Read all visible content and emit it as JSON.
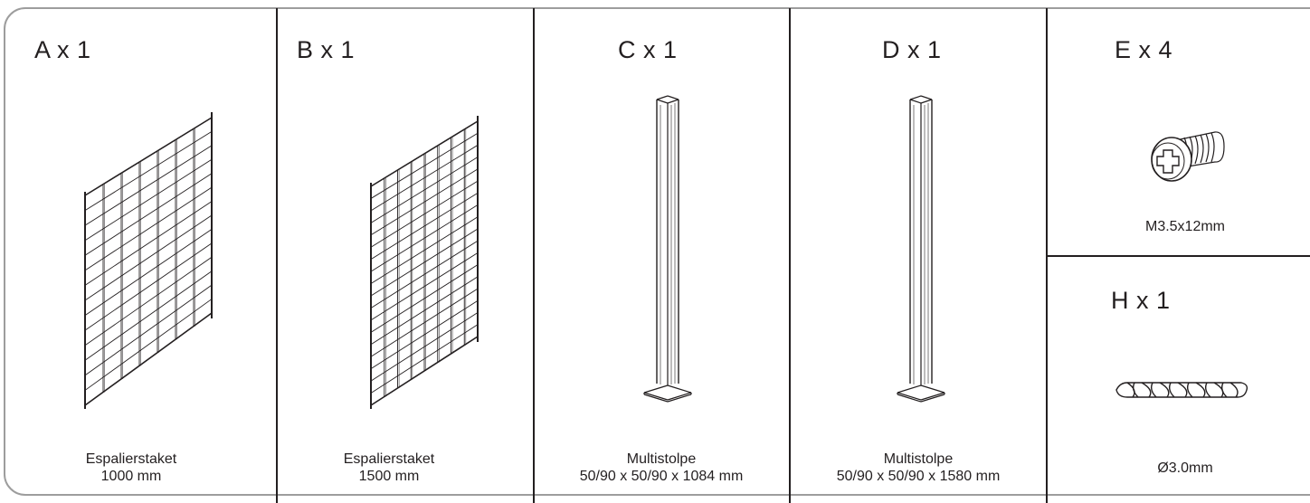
{
  "parts": [
    {
      "id": "A",
      "title": "A x 1",
      "icon": "trellis-panel-icon",
      "caption_lines": [
        "Espalierstaket",
        "1000 mm"
      ]
    },
    {
      "id": "B",
      "title": "B x 1",
      "icon": "trellis-panel-icon",
      "caption_lines": [
        "Espalierstaket",
        "1500 mm"
      ]
    },
    {
      "id": "C",
      "title": "C x 1",
      "icon": "post-icon",
      "caption_lines": [
        "Multistolpe",
        "50/90 x 50/90 x 1084 mm"
      ]
    },
    {
      "id": "D",
      "title": "D x 1",
      "icon": "post-icon",
      "caption_lines": [
        "Multistolpe",
        "50/90 x 50/90 x 1580 mm"
      ]
    },
    {
      "id": "E",
      "title": "E x 4",
      "icon": "screw-icon",
      "caption_lines": [
        "M3.5x12mm"
      ]
    },
    {
      "id": "H",
      "title": "H x 1",
      "icon": "drill-bit-icon",
      "caption_lines": [
        "Ø3.0mm"
      ]
    }
  ]
}
